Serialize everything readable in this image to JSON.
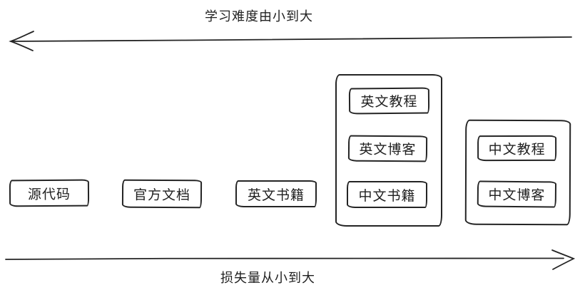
{
  "canvas": {
    "background_color": "#ffffff",
    "ink_color": "#242424"
  },
  "axes": {
    "top": {
      "label": "学习难度由小到大",
      "direction": "left"
    },
    "bottom": {
      "label": "损失量从小到大",
      "direction": "right"
    }
  },
  "boxes": [
    {
      "label": "源代码"
    },
    {
      "label": "官方文档"
    },
    {
      "label": "英文书籍"
    }
  ],
  "groups": [
    {
      "items": [
        {
          "label": "英文教程"
        },
        {
          "label": "英文博客"
        },
        {
          "label": "中文书籍"
        }
      ]
    },
    {
      "items": [
        {
          "label": "中文教程"
        },
        {
          "label": "中文博客"
        }
      ]
    }
  ]
}
